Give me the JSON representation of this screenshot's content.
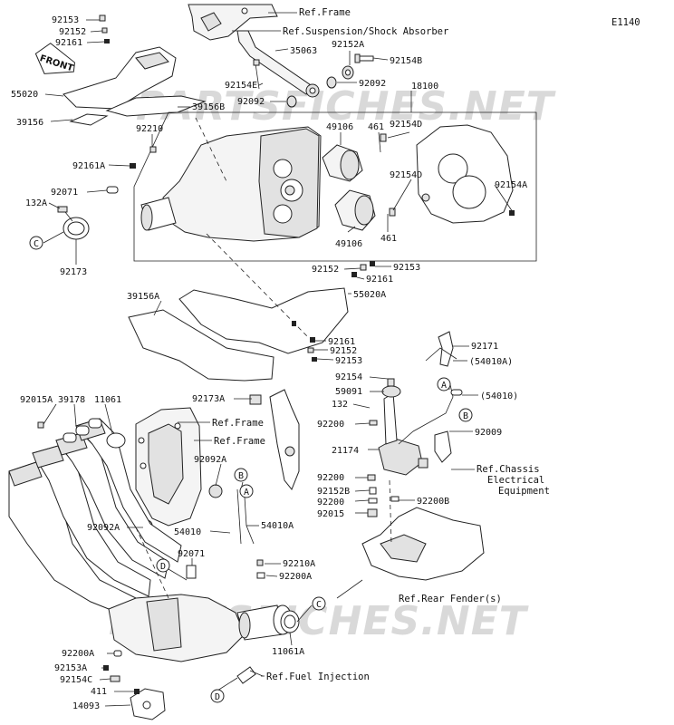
{
  "diagram_code": "E1140",
  "watermark": "PARTSFICHES.NET",
  "front_label": "FRONT",
  "refs": {
    "frame": "Ref.Frame",
    "suspension": "Ref.Suspension/Shock Absorber",
    "frame_2": "Ref.Frame",
    "frame_3": "Ref.Frame",
    "chassis_1": "Ref.Chassis",
    "chassis_2": "Electrical",
    "chassis_3": "Equipment",
    "rear_fender": "Ref.Rear Fender(s)",
    "fuel_injection": "Ref.Fuel Injection"
  },
  "callout_letters": {
    "c1": "C",
    "c2": "C",
    "a1": "A",
    "a2": "A",
    "b1": "B",
    "b2": "B",
    "d1": "D",
    "d2": "D"
  },
  "parts": {
    "p_92153_a": "92153",
    "p_92152_a": "92152",
    "p_92161_a": "92161",
    "p_55020": "55020",
    "p_39156": "39156",
    "p_39156b": "39156B",
    "p_35063": "35063",
    "p_92152a": "92152A",
    "p_92154b": "92154B",
    "p_92154e": "92154E",
    "p_92092_a": "92092",
    "p_92092_b": "92092",
    "p_18100": "18100",
    "p_92210_a": "92210",
    "p_49106_a": "49106",
    "p_461_a": "461",
    "p_92154d_a": "92154D",
    "p_92161a": "92161A",
    "p_92071_a": "92071",
    "p_132a": "132A",
    "p_92154d_b": "92154D",
    "p_92154a": "92154A",
    "p_92173": "92173",
    "p_49106_b": "49106",
    "p_461_b": "461",
    "p_92152_b": "92152",
    "p_92153_b": "92153",
    "p_92161_b": "92161",
    "p_55020a": "55020A",
    "p_39156a": "39156A",
    "p_92161_c": "92161",
    "p_92152_c": "92152",
    "p_92153_c": "92153",
    "p_92171": "92171",
    "p_54010a_ref": "(54010A)",
    "p_92154": "92154",
    "p_59091": "59091",
    "p_132": "132",
    "p_54010_ref": "(54010)",
    "p_92200_a": "92200",
    "p_92009": "92009",
    "p_21174": "21174",
    "p_92200_b": "92200",
    "p_92152b": "92152B",
    "p_92200_c": "92200",
    "p_92200b": "92200B",
    "p_92015": "92015",
    "p_92015a": "92015A",
    "p_39178": "39178",
    "p_11061": "11061",
    "p_92173a": "92173A",
    "p_92092a_a": "92092A",
    "p_92092a_b": "92092A",
    "p_54010": "54010",
    "p_54010a": "54010A",
    "p_92071_b": "92071",
    "p_92210a": "92210A",
    "p_92200a_a": "92200A",
    "p_11061a": "11061A",
    "p_92200a_b": "92200A",
    "p_92153a": "92153A",
    "p_92154c": "92154C",
    "p_411": "411",
    "p_14093": "14093"
  }
}
